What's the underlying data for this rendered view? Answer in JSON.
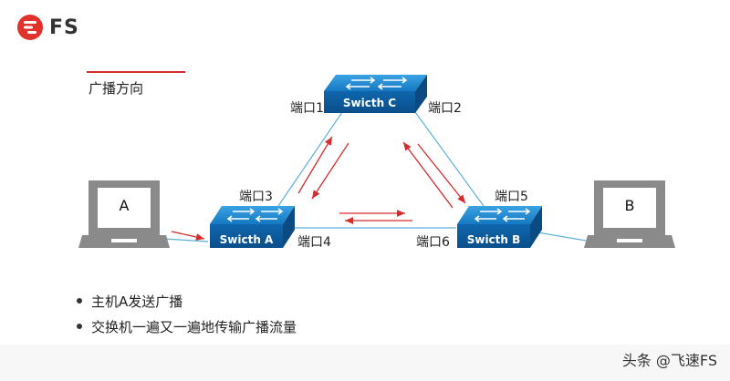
{
  "brand": {
    "logo_text": "FS"
  },
  "legend": {
    "label": "广播方向"
  },
  "switches": {
    "c": {
      "label": "Swicth C"
    },
    "a": {
      "label": "Swicth A"
    },
    "b": {
      "label": "Swicth B"
    }
  },
  "ports": {
    "p1": "端口1",
    "p2": "端口2",
    "p3": "端口3",
    "p4": "端口4",
    "p5": "端口5",
    "p6": "端口6"
  },
  "hosts": {
    "a": "A",
    "b": "B"
  },
  "bullets": [
    {
      "text": "主机A发送广播"
    },
    {
      "text": "交换机一遍又一遍地传输广播流量"
    }
  ],
  "watermark": "头条 @飞速FS",
  "colors": {
    "switch_blue": "#1a7ec8",
    "arrow_red": "#d62b2b",
    "link_blue": "#5ab0dd",
    "host_gray": "#8a8a8a"
  }
}
